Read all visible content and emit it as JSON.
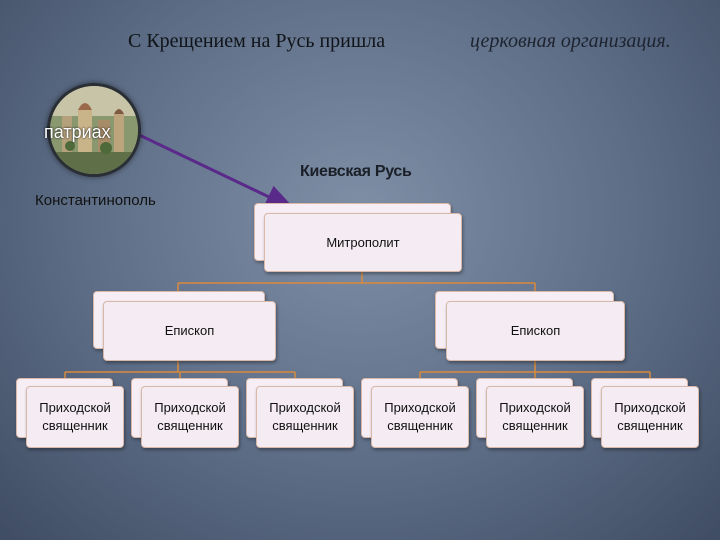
{
  "header": {
    "title_part1": "С Крещением на Русь пришла",
    "title_part2": "церковная организация."
  },
  "left": {
    "patriarch": "патриах",
    "city": "Константинополь"
  },
  "diagram": {
    "region": "Киевская Русь",
    "metropolitan": "Митрополит",
    "bishops": [
      "Епископ",
      "Епископ"
    ],
    "priests": [
      "Приходской священник",
      "Приходской священник",
      "Приходской священник",
      "Приходской священник",
      "Приходской священник",
      "Приходской священник"
    ]
  },
  "colors": {
    "connector": "#d98a3c",
    "arrow": "#5a2a8a"
  },
  "icons": [
    "constantinople-city-image"
  ]
}
